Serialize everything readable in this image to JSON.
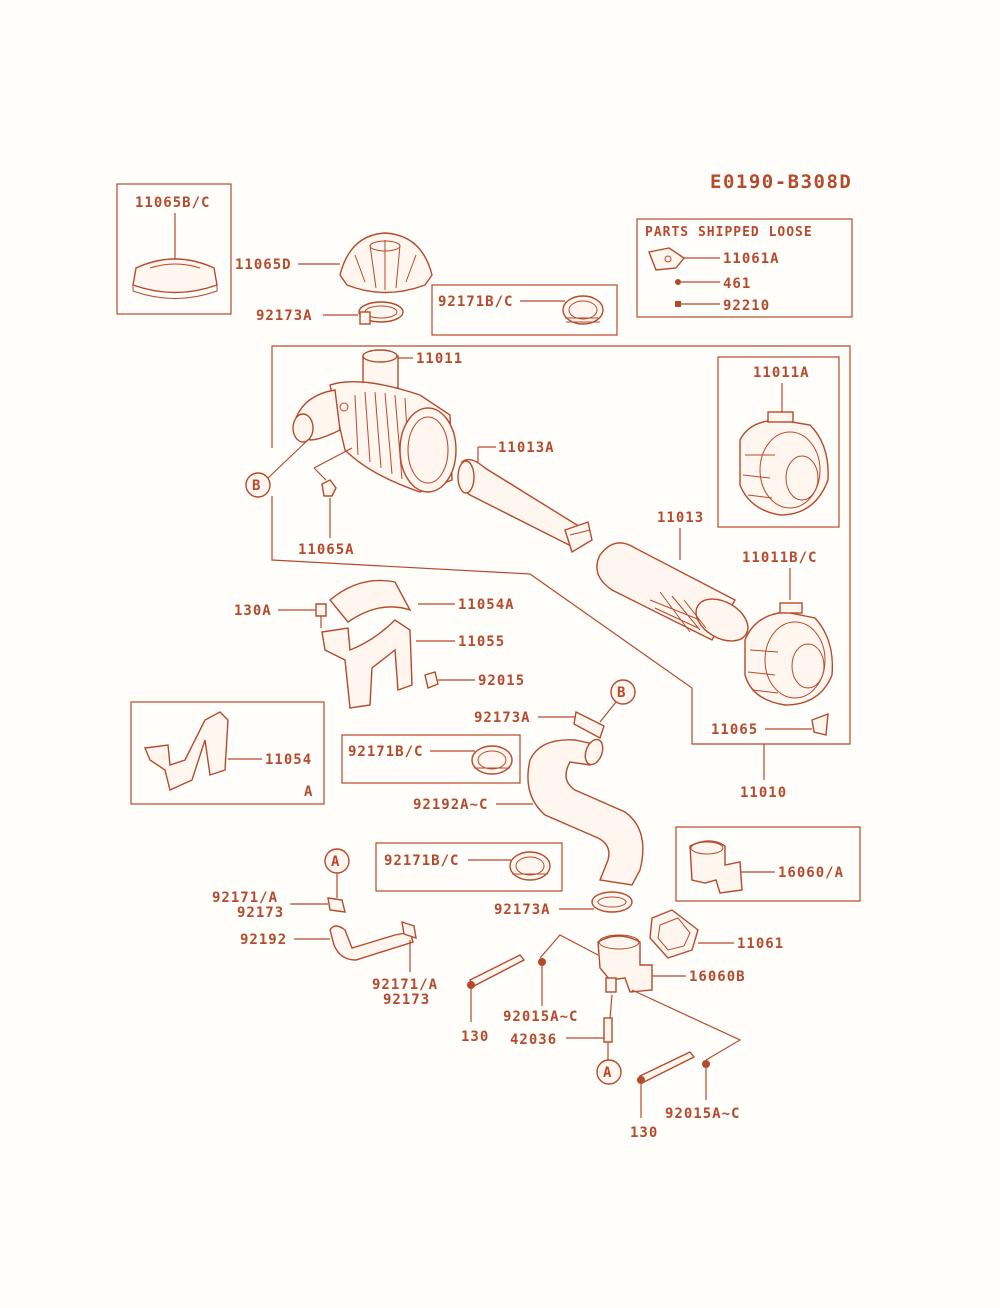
{
  "diagram_id": "E0190-B308D",
  "loose_box": {
    "title": "PARTS SHIPPED LOOSE",
    "items": [
      "11061A",
      "461",
      "92210"
    ]
  },
  "callouts": {
    "c11065BC": "11065B/C",
    "c11065D": "11065D",
    "c92173A_top": "92173A",
    "c92171BC_1": "92171B/C",
    "c11011": "11011",
    "c11013A": "11013A",
    "c11065A": "11065A",
    "c11011A": "11011A",
    "c11013": "11013",
    "c11011BC": "11011B/C",
    "c130A": "130A",
    "c11054A": "11054A",
    "c11055": "11055",
    "c92015": "92015",
    "c11054": "11054",
    "c92173A_mid": "92173A",
    "c92171BC_2": "92171B/C",
    "c11065": "11065",
    "c11010": "11010",
    "c92192AC": "92192A~C",
    "c16060A": "16060/A",
    "c92171BC_3": "92171B/C",
    "c92171A_1": "92171/A",
    "c92173_1": "92173",
    "c92173A_low": "92173A",
    "c11061": "11061",
    "c92192": "92192",
    "c16060B": "16060B",
    "c92171A_2": "92171/A",
    "c92173_2": "92173",
    "c92015AC_1": "92015A~C",
    "c130_1": "130",
    "c42036": "42036",
    "c130_2": "130",
    "c92015AC_2": "92015A~C"
  },
  "markers": {
    "B1": "B",
    "B2": "B",
    "A1": "A",
    "A2": "A",
    "A_box": "A"
  },
  "colors": {
    "ink": "#b54a2c",
    "paper": "#fffefa"
  }
}
